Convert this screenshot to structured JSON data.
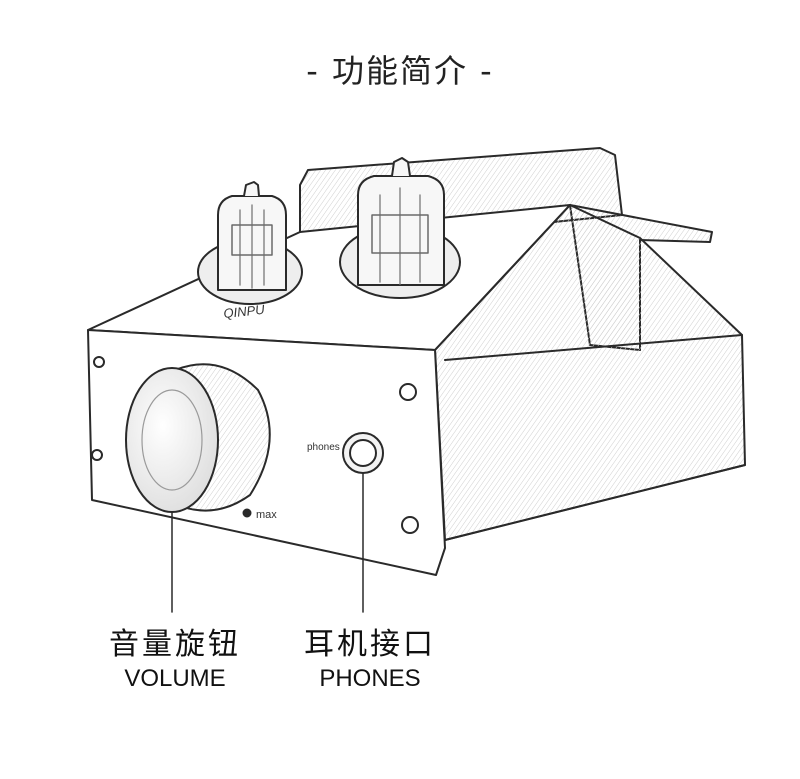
{
  "title": "- 功能简介 -",
  "device": {
    "brand": "QINPU",
    "jack_label": "phones",
    "dial_label": "max"
  },
  "callouts": {
    "volume": {
      "cn": "音量旋钮",
      "en": "VOLUME"
    },
    "phones": {
      "cn": "耳机接口",
      "en": "PHONES"
    }
  },
  "colors": {
    "line": "#2a2a2a",
    "paper": "#ffffff",
    "shade": "#d9d9d9"
  }
}
